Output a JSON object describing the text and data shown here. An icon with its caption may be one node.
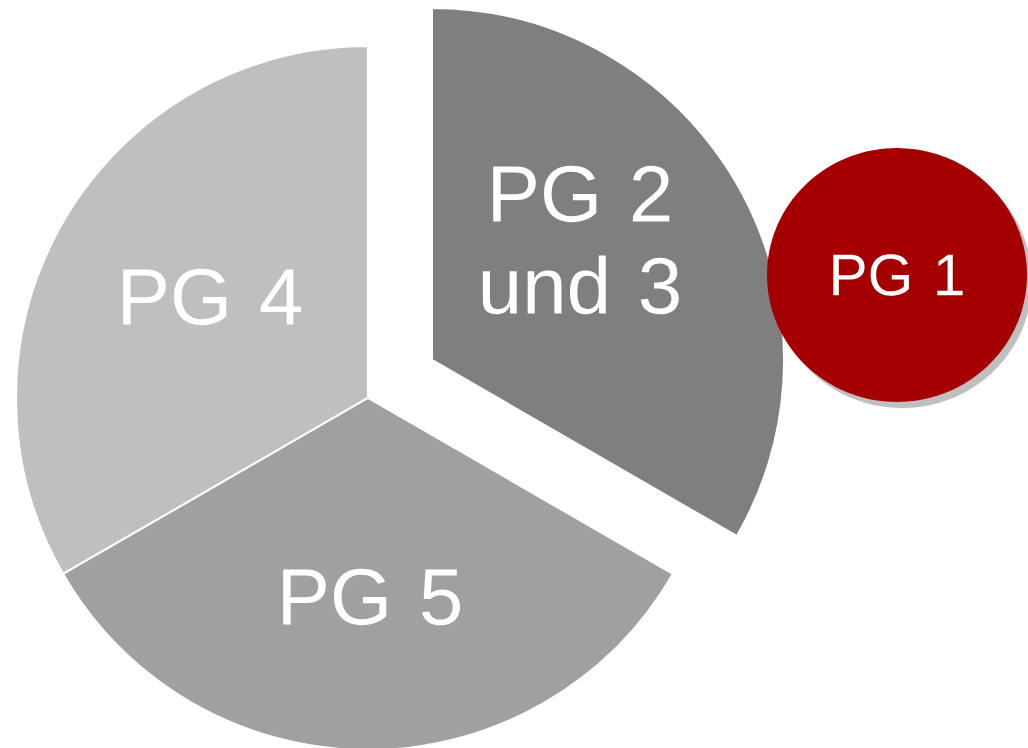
{
  "diagram": {
    "nodes": [
      {
        "text": [
          "PG 2 und 3"
        ]
      },
      {
        "text": [
          "PG 1"
        ]
      },
      {
        "text": [
          "PG 4"
        ]
      },
      {
        "text": [
          "PG 5"
        ]
      }
    ]
  }
}
